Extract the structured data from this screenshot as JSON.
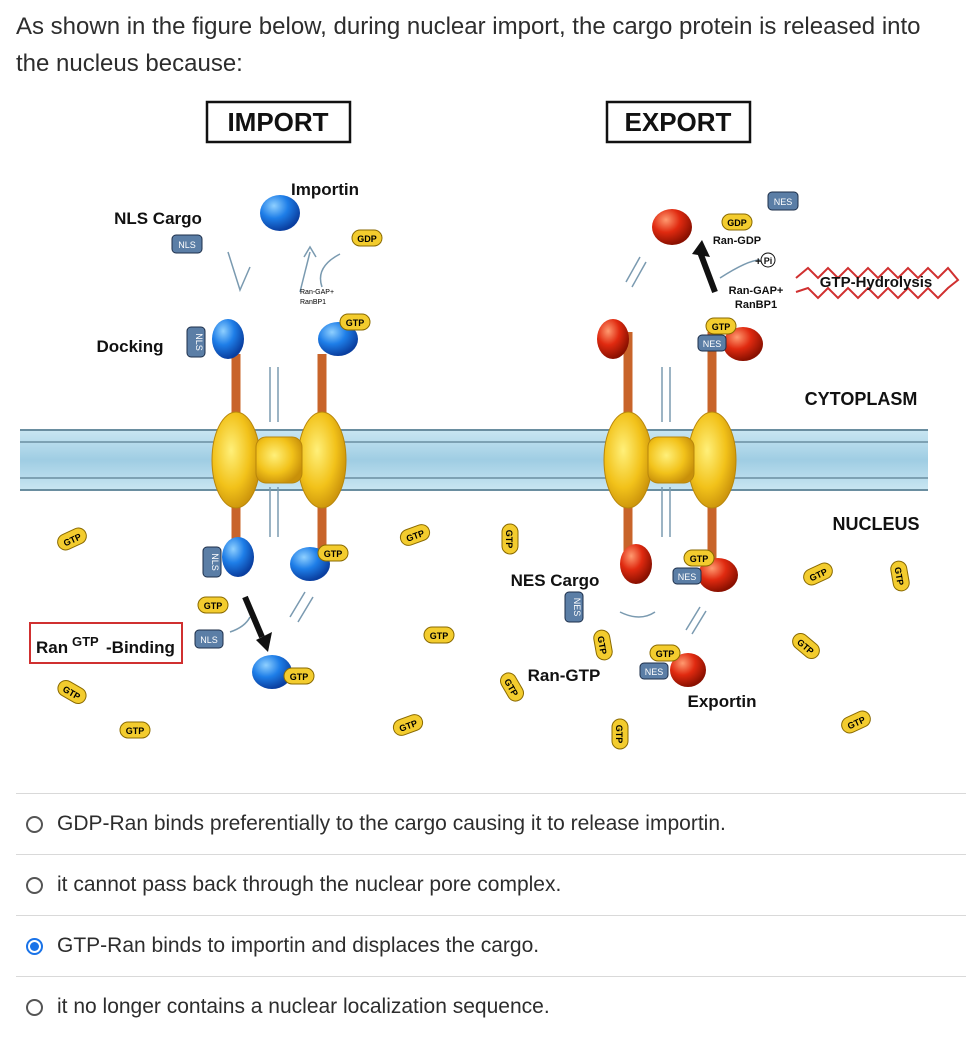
{
  "question": {
    "text": "As shown in the figure below, during nuclear import, the cargo protein is released into the nucleus because:"
  },
  "figure": {
    "import_title": "IMPORT",
    "export_title": "EXPORT",
    "importin": "Importin",
    "nls_cargo": "NLS Cargo",
    "docking": "Docking",
    "rangtp_binding_pre": "Ran",
    "rangtp_binding_sup": "GTP",
    "rangtp_binding_post": "-Binding",
    "cytoplasm": "CYTOPLASM",
    "nucleus": "NUCLEUS",
    "nes_cargo": "NES Cargo",
    "ran_gtp": "Ran-GTP",
    "exportin": "Exportin",
    "ran_gdp": "Ran-GDP",
    "plus_pi": "+",
    "pi": "Pi",
    "ran_gap_ranbp1": [
      "Ran-GAP+",
      "RanBP1"
    ],
    "ran_gap_ranbp1_import": [
      "Ran-GAP+",
      "RanBP1"
    ],
    "gtp_hydrolysis": "GTP-Hydrolysis",
    "gtp": "GTP",
    "gdp": "GDP",
    "nls": "NLS",
    "nes": "NES",
    "colors": {
      "importin": "#1e7ee8",
      "exportin": "#e02a10",
      "pore": "#f2c21a",
      "membrane": "#a9d4e8",
      "gtp_fill": "#f3cc2e",
      "tag_fill": "#5b7ea6",
      "highlight_box": "#d03030"
    }
  },
  "options": [
    {
      "label": "GDP-Ran binds preferentially to the cargo causing it to release importin.",
      "selected": false
    },
    {
      "label": "it cannot pass back through the nuclear pore complex.",
      "selected": false
    },
    {
      "label": "GTP-Ran binds to importin and displaces the cargo.",
      "selected": true
    },
    {
      "label": "it no longer contains a nuclear localization sequence.",
      "selected": false
    }
  ]
}
